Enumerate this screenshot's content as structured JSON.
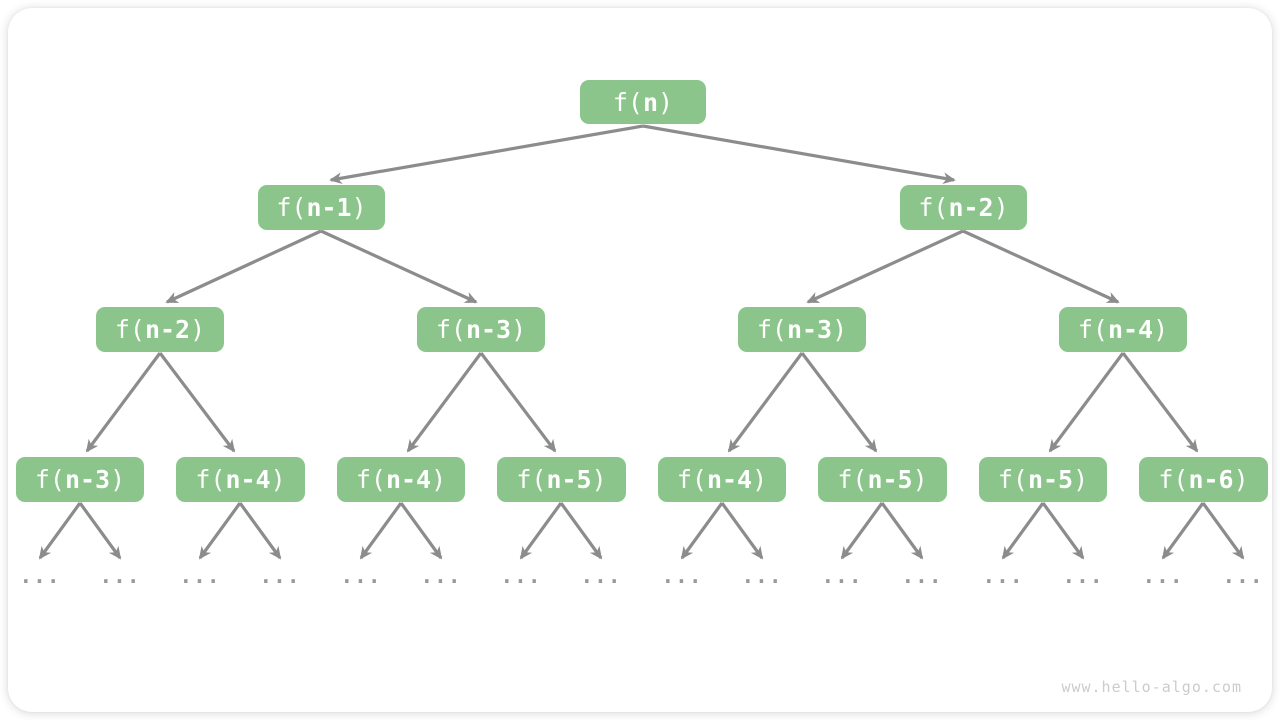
{
  "colors": {
    "page_bg": "#ffffff",
    "card_bg": "#ffffff",
    "node_fill": "#8cc58b",
    "node_text": "#ffffff",
    "arrow": "#8c8c8c",
    "dots": "#9a9a9a",
    "watermark": "#cccccc"
  },
  "watermark": "www.hello-algo.com",
  "ellipsis": "...",
  "nodes": [
    {
      "level": 1,
      "pre": "f(",
      "bold": "n",
      "post": ")"
    },
    {
      "level": 2,
      "pre": "f(",
      "bold": "n-1",
      "post": ")"
    },
    {
      "level": 2,
      "pre": "f(",
      "bold": "n-2",
      "post": ")"
    },
    {
      "level": 3,
      "pre": "f(",
      "bold": "n-2",
      "post": ")"
    },
    {
      "level": 3,
      "pre": "f(",
      "bold": "n-3",
      "post": ")"
    },
    {
      "level": 3,
      "pre": "f(",
      "bold": "n-3",
      "post": ")"
    },
    {
      "level": 3,
      "pre": "f(",
      "bold": "n-4",
      "post": ")"
    },
    {
      "level": 4,
      "pre": "f(",
      "bold": "n-3",
      "post": ")"
    },
    {
      "level": 4,
      "pre": "f(",
      "bold": "n-4",
      "post": ")"
    },
    {
      "level": 4,
      "pre": "f(",
      "bold": "n-4",
      "post": ")"
    },
    {
      "level": 4,
      "pre": "f(",
      "bold": "n-5",
      "post": ")"
    },
    {
      "level": 4,
      "pre": "f(",
      "bold": "n-4",
      "post": ")"
    },
    {
      "level": 4,
      "pre": "f(",
      "bold": "n-5",
      "post": ")"
    },
    {
      "level": 4,
      "pre": "f(",
      "bold": "n-5",
      "post": ")"
    },
    {
      "level": 4,
      "pre": "f(",
      "bold": "n-6",
      "post": ")"
    }
  ]
}
